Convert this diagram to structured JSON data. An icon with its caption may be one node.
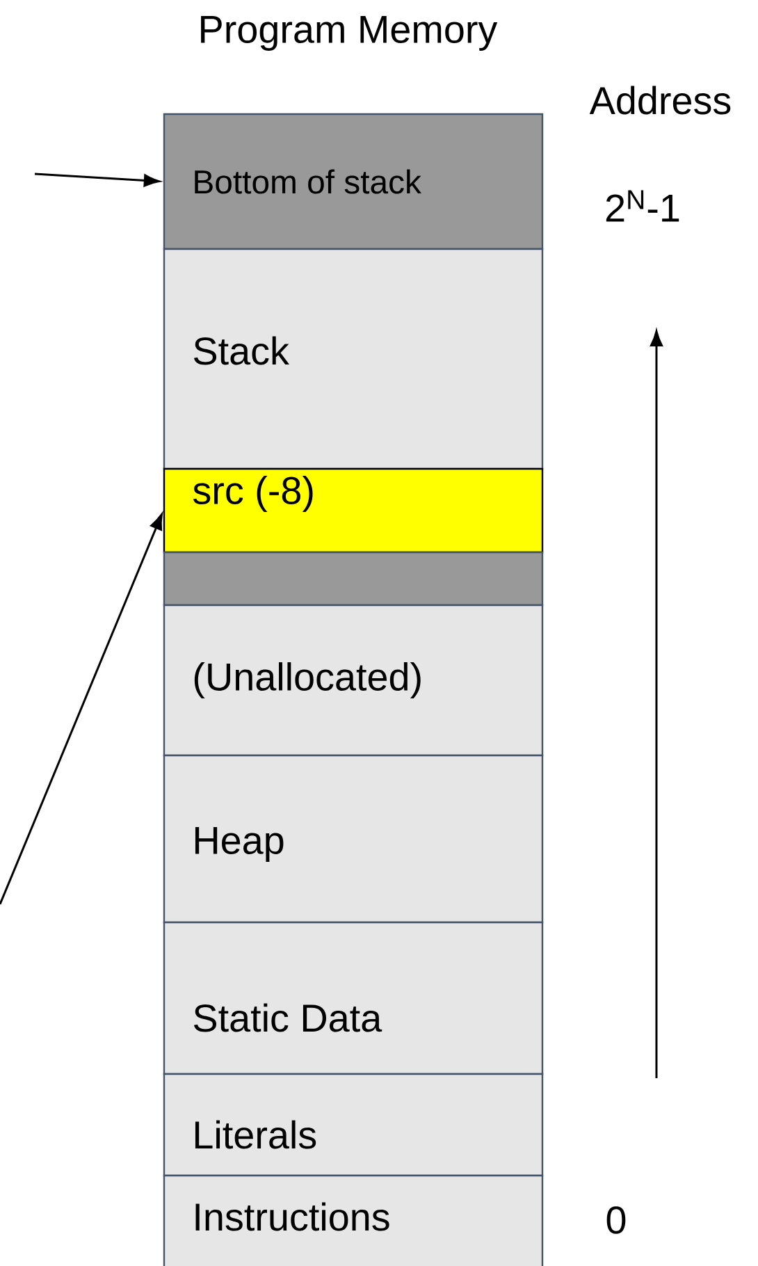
{
  "diagram": {
    "title": "Program Memory",
    "nodes": [
      {
        "text": [
          "Bottom of stack"
        ]
      },
      {
        "text": [
          "Stack"
        ]
      },
      {
        "text": [
          "src (-8)"
        ]
      },
      {
        "text": [],
        "shape": "box"
      },
      {
        "text": [
          "(Unallocated)"
        ]
      },
      {
        "text": [
          "Heap"
        ]
      },
      {
        "text": [
          "Static Data"
        ]
      },
      {
        "text": [
          "Literals"
        ]
      },
      {
        "text": [
          "Instructions"
        ]
      }
    ],
    "edges": [
      {
        "from": null,
        "to": 0,
        "arrow": "to"
      },
      {
        "from": null,
        "to": 2,
        "arrow": "to"
      }
    ],
    "labels": [
      "Address",
      "2$^{N}$-1",
      "0"
    ]
  }
}
